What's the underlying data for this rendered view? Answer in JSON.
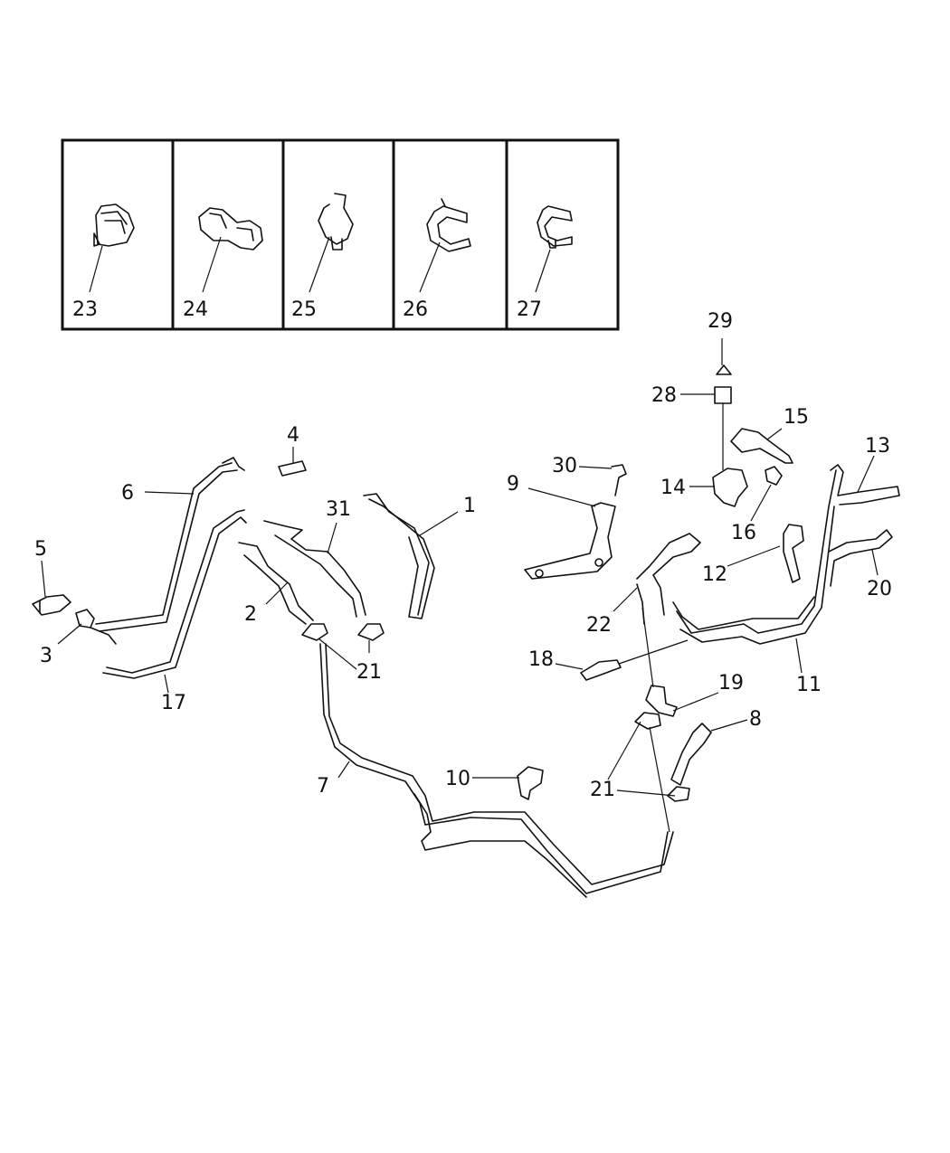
{
  "inset": {
    "labels": [
      "23",
      "24",
      "25",
      "26",
      "27"
    ]
  },
  "callouts": {
    "c1": "1",
    "c2": "2",
    "c3": "3",
    "c4": "4",
    "c5": "5",
    "c6": "6",
    "c7": "7",
    "c8": "8",
    "c9": "9",
    "c10": "10",
    "c11": "11",
    "c12": "12",
    "c13": "13",
    "c14": "14",
    "c15": "15",
    "c16": "16",
    "c17": "17",
    "c18": "18",
    "c19": "19",
    "c20": "20",
    "c21a": "21",
    "c21b": "21",
    "c22": "22",
    "c28": "28",
    "c29": "29",
    "c30": "30",
    "c31": "31"
  }
}
